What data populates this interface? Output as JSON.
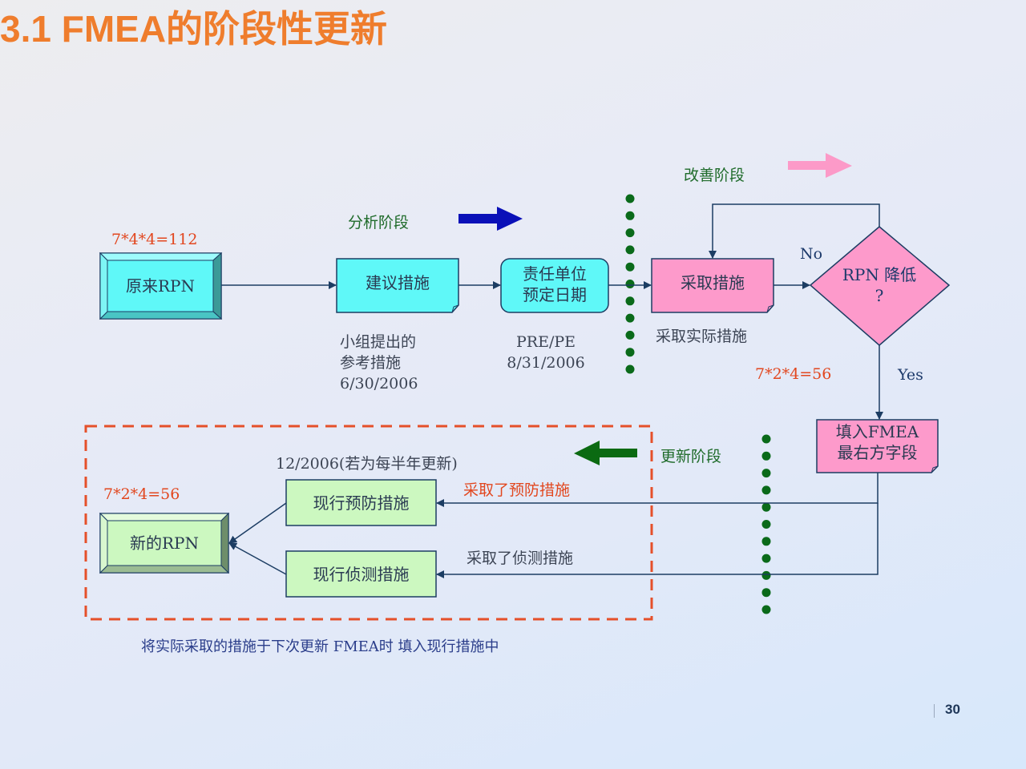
{
  "title": "3.1 FMEA的阶段性更新",
  "page_number": "30",
  "phases": {
    "analysis": "分析阶段",
    "improvement": "改善阶段",
    "update": "更新阶段"
  },
  "nodes": {
    "original_rpn": "原来RPN",
    "suggested_action": "建议措施",
    "responsibility_line1": "责任单位",
    "responsibility_line2": "预定日期",
    "take_action": "采取措施",
    "decision_line1": "RPN 降低",
    "decision_line2": "?",
    "fill_fmea_line1": "填入FMEA",
    "fill_fmea_line2": "最右方字段",
    "current_prevention": "现行预防措施",
    "current_detection": "现行侦测措施",
    "new_rpn": "新的RPN"
  },
  "annotations": {
    "original_rpn_calc": "7*4*4=112",
    "suggested_note_line1": "小组提出的",
    "suggested_note_line2": "参考措施",
    "suggested_note_date": "6/30/2006",
    "responsibility_note_line1": "PRE/PE",
    "responsibility_note_date": "8/31/2006",
    "take_action_note": "采取实际措施",
    "no_label": "No",
    "yes_label": "Yes",
    "reduced_rpn_calc": "7*2*4=56",
    "update_date_note": "12/2006(若为每半年更新)",
    "prevention_taken": "采取了预防措施",
    "detection_taken": "采取了侦测措施",
    "new_rpn_calc": "7*2*4=56",
    "footer_note": "将实际采取的措施于下次更新 FMEA时 填入现行措施中"
  },
  "colors": {
    "title": "#ef7d2d",
    "cyan_box": "#5ff8f8",
    "pink_box": "#fd9acb",
    "green_box": "#ccf8c0",
    "connector": "#1c3d63",
    "phase_dots": "#0a6a1a",
    "dashed_frame": "#e5502a",
    "analysis_arrow": "#0a10b8",
    "improvement_arrow": "#fc9ac8",
    "update_arrow": "#0b6a12"
  }
}
